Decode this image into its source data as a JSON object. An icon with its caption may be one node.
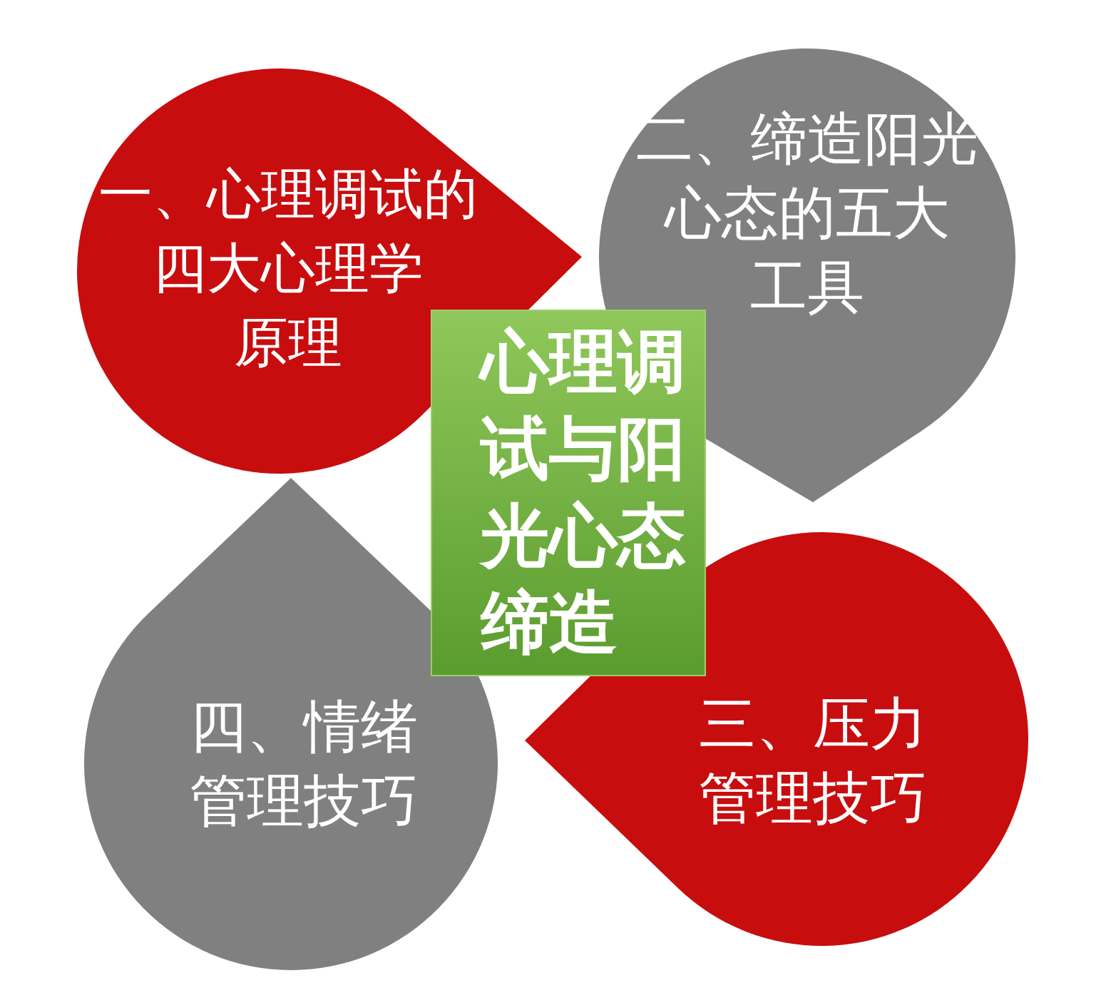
{
  "diagram": {
    "nodes": [
      {
        "text": [
          "心理调试与阳光心态缔造"
        ]
      },
      {
        "text": [
          "一、心理调试的四大心理学原理"
        ]
      },
      {
        "text": [
          "二、缔造阳光心态的五大工具"
        ]
      },
      {
        "text": [
          "三、压力管理技巧"
        ]
      },
      {
        "text": [
          "四、情绪管理技巧"
        ]
      }
    ]
  }
}
